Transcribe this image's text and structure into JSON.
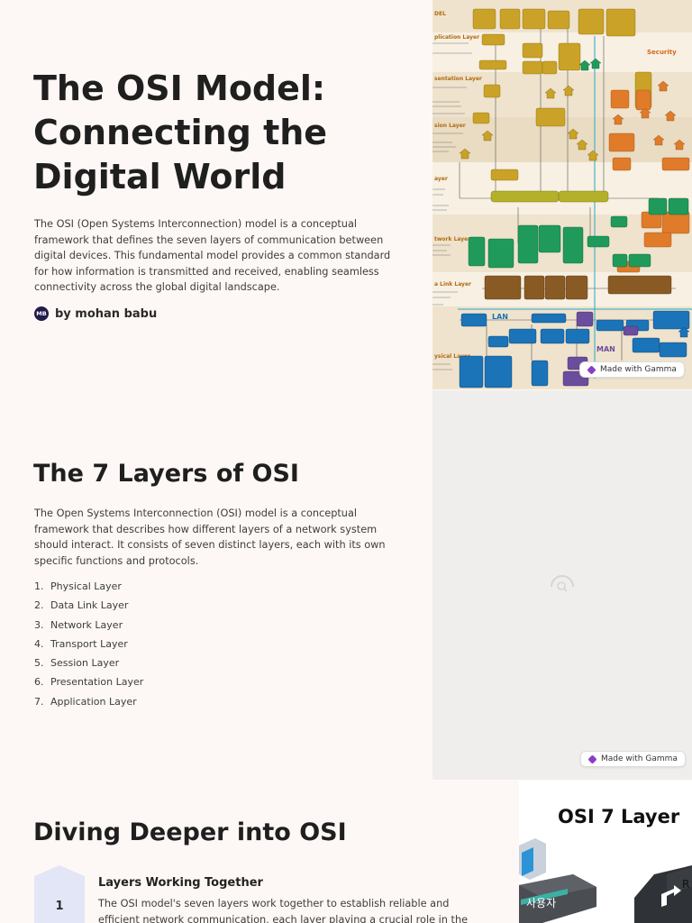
{
  "slide1": {
    "title": "The OSI Model: Connecting the Digital World",
    "intro": "The OSI (Open Systems Interconnection) model is a conceptual framework that defines the seven layers of communication between digital devices. This fundamental model provides a common standard for how information is transmitted and received, enabling seamless connectivity across the global digital landscape.",
    "author_initials": "MB",
    "author": "by mohan babu",
    "diagram_labels": {
      "model": "DEL",
      "application": "plication Layer",
      "presentation": "sentation Layer",
      "session": "sion Layer",
      "transport": "ayer",
      "network": "twork Layer",
      "datalink": "a Link Layer",
      "physical": "ysical Layer",
      "security": "Security",
      "lan": "LAN",
      "man": "MAN"
    },
    "badge": "Made with Gamma"
  },
  "slide2": {
    "title": "The 7 Layers of OSI",
    "description": "The Open Systems Interconnection (OSI) model is a conceptual framework that describes how different layers of a network system should interact. It consists of seven distinct layers, each with its own specific functions and protocols.",
    "layers": [
      {
        "num": "1.",
        "name": "Physical Layer"
      },
      {
        "num": "2.",
        "name": "Data Link Layer"
      },
      {
        "num": "3.",
        "name": "Network Layer"
      },
      {
        "num": "4.",
        "name": "Transport Layer"
      },
      {
        "num": "5.",
        "name": "Session Layer"
      },
      {
        "num": "6.",
        "name": "Presentation Layer"
      },
      {
        "num": "7.",
        "name": "Application Layer"
      }
    ],
    "badge": "Made with Gamma"
  },
  "slide3": {
    "title": "Diving Deeper into OSI",
    "step_number": "1",
    "step_title": "Layers Working Together",
    "step_text": "The OSI model's seven layers work together to establish reliable and efficient network communication, each layer playing a crucial role in the overall",
    "image_title": "OSI 7 Layer",
    "image_user_label": "사용자",
    "image_edge_text": "R"
  },
  "colors": {
    "background": "#fdf8f5",
    "diagram_bg": "#f6efe4",
    "gold": "#c9a227",
    "green": "#1f9a5a",
    "orange": "#e07b2a",
    "blue": "#1b73b8",
    "purple": "#6b4d9e",
    "step_flag": "#e3e6f6"
  }
}
